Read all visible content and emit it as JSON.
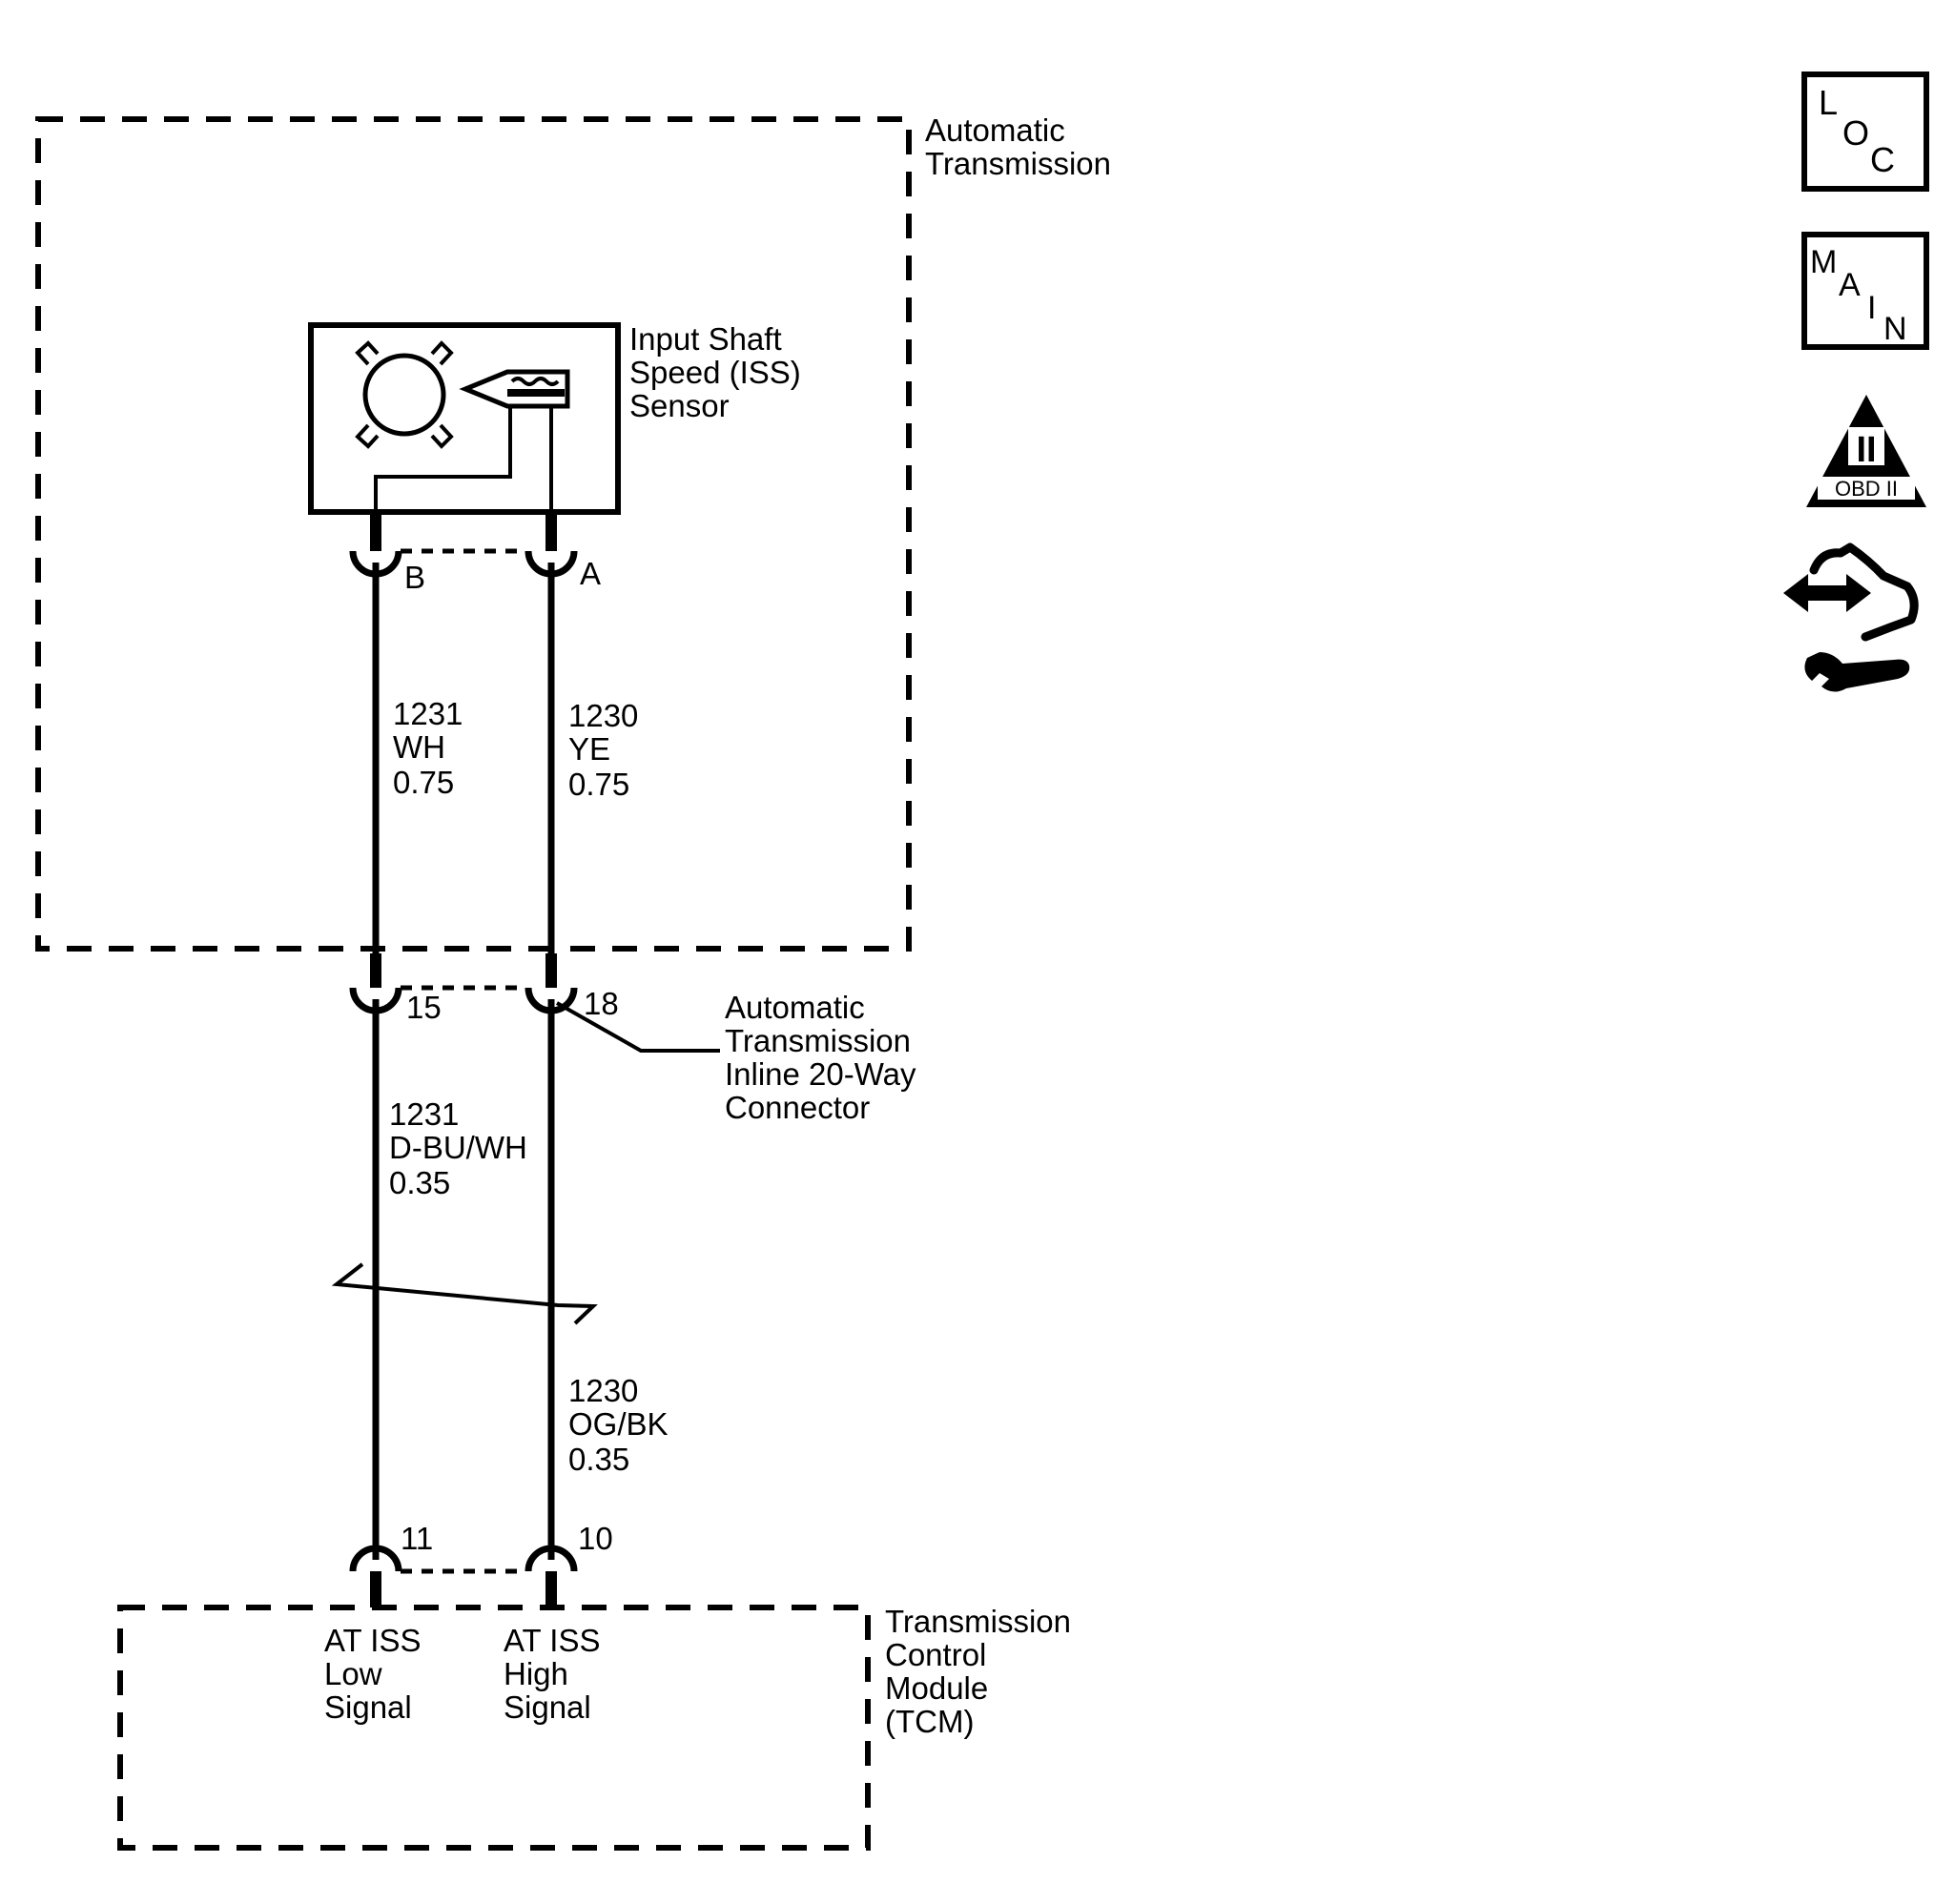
{
  "components": {
    "automatic_transmission": {
      "label": [
        "Automatic",
        "Transmission"
      ]
    },
    "iss_sensor": {
      "label": [
        "Input Shaft",
        "Speed (ISS)",
        "Sensor"
      ]
    },
    "inline_connector": {
      "label": [
        "Automatic",
        "Transmission",
        "Inline 20-Way",
        "Connector"
      ]
    },
    "tcm": {
      "label": [
        "Transmission",
        "Control",
        "Module",
        "(TCM)"
      ]
    }
  },
  "sensor_pins": {
    "left": "B",
    "right": "A"
  },
  "inline_pins": {
    "left": "15",
    "right": "18"
  },
  "tcm_pins": {
    "left": "11",
    "right": "10"
  },
  "wires": {
    "upper_left": {
      "circuit": "1231",
      "color": "WH",
      "gauge": "0.75"
    },
    "upper_right": {
      "circuit": "1230",
      "color": "YE",
      "gauge": "0.75"
    },
    "lower_left": {
      "circuit": "1231",
      "color": "D-BU/WH",
      "gauge": "0.35"
    },
    "lower_right": {
      "circuit": "1230",
      "color": "OG/BK",
      "gauge": "0.35"
    }
  },
  "tcm_terminals": {
    "left": [
      "AT ISS",
      "Low",
      "Signal"
    ],
    "right": [
      "AT ISS",
      "High",
      "Signal"
    ]
  },
  "icons": {
    "loc": {
      "name": "loc-icon",
      "letters": [
        "L",
        "O",
        "C"
      ]
    },
    "main": {
      "name": "main-icon",
      "letters": [
        "M",
        "A",
        "I",
        "N"
      ]
    },
    "obd": {
      "name": "obd-ii-icon",
      "numeral": "II",
      "text": "OBD II"
    },
    "service": {
      "name": "hand-wrench-icon"
    }
  }
}
